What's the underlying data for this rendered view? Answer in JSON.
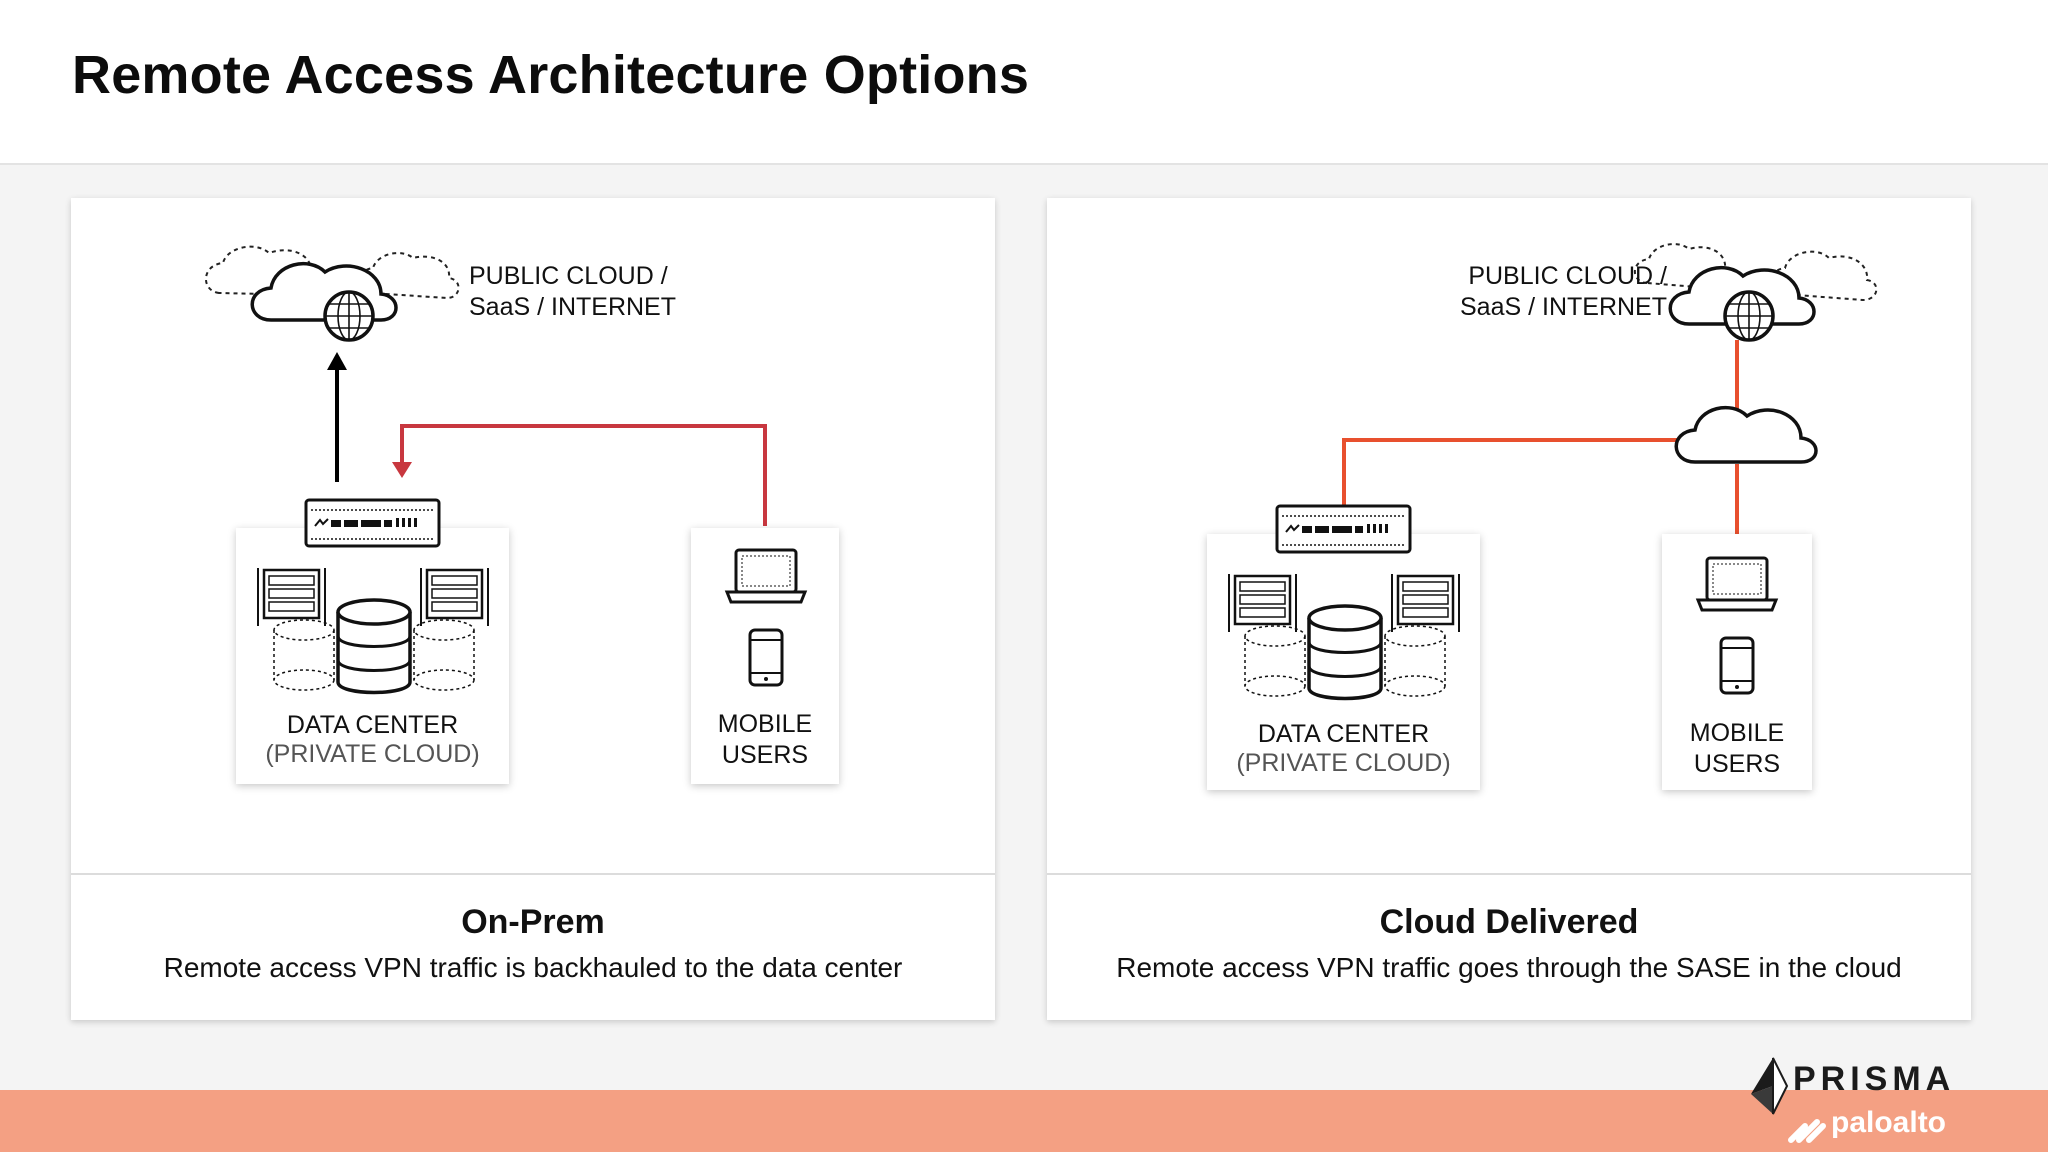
{
  "slide": {
    "title": "Remote Access Architecture Options"
  },
  "panels": [
    {
      "title": "On-Prem",
      "description": "Remote access VPN traffic is backhauled to the data center",
      "cloud_label": [
        "PUBLIC CLOUD /",
        "SaaS / INTERNET"
      ],
      "datacenter_label": "DATA CENTER",
      "datacenter_sublabel": "(PRIVATE CLOUD)",
      "mobile_label": [
        "MOBILE",
        "USERS"
      ]
    },
    {
      "title": "Cloud Delivered",
      "description": "Remote access VPN traffic goes through the SASE in the cloud",
      "cloud_label": [
        "PUBLIC CLOUD /",
        "SaaS / INTERNET"
      ],
      "datacenter_label": "DATA CENTER",
      "datacenter_sublabel": "(PRIVATE CLOUD)",
      "mobile_label": [
        "MOBILE",
        "USERS"
      ]
    }
  ],
  "colors": {
    "backhaul_line": "#c8373f",
    "sase_line": "#e8502e",
    "footer": "#f4a083",
    "flow_arrow": "#000000"
  },
  "branding": {
    "product": "PRISMA",
    "company": "paloalto",
    "icons": [
      "prisma-logo-icon",
      "paloalto-logo-icon"
    ]
  }
}
